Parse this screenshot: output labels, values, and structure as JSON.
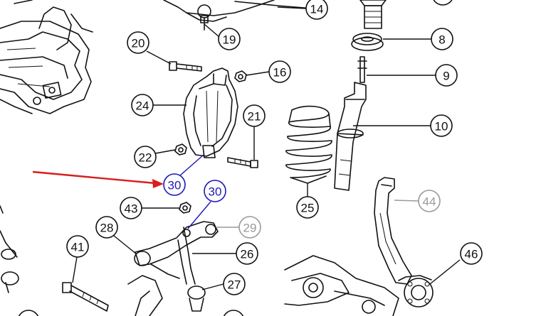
{
  "colors": {
    "line": "#111111",
    "highlight_blue": "#1a1ab4",
    "muted_gray": "#9a9a9a",
    "pointer_red": "#d81e1e",
    "background": "#ffffff"
  },
  "callouts": {
    "c14": "14",
    "c19": "19",
    "c8": "8",
    "c20": "20",
    "c16": "16",
    "c9": "9",
    "c24": "24",
    "c21": "21",
    "c10": "10",
    "c22": "22",
    "c30a": "30",
    "c30b": "30",
    "c44": "44",
    "c25": "25",
    "c43": "43",
    "c29": "29",
    "c28": "28",
    "c41": "41",
    "c26": "26",
    "c46": "46",
    "c27": "27"
  },
  "pointer": {
    "icon": "red-arrow-icon",
    "target": "30"
  }
}
